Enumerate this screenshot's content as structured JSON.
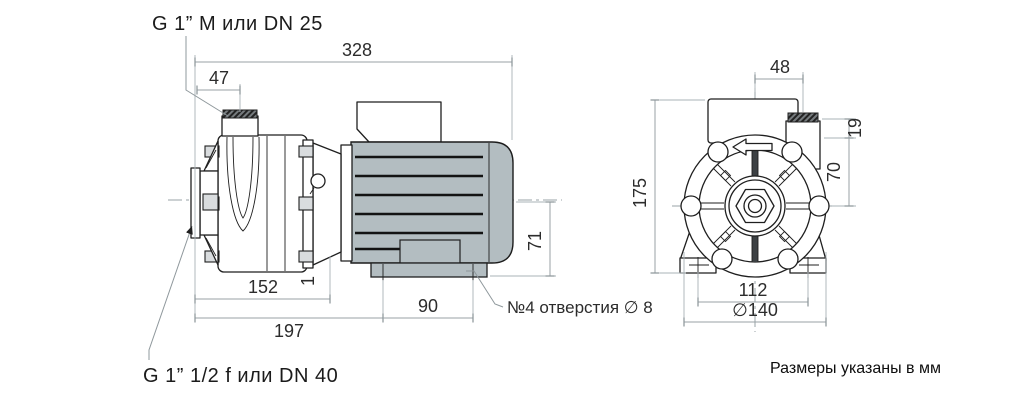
{
  "note": "Размеры указаны в мм",
  "labels": {
    "discharge_port": "G 1” M или DN 25",
    "suction_port": "G 1” 1/2 f или DN 40",
    "holes": "№4 отверстия ∅ 8"
  },
  "side_view": {
    "dims": {
      "overall_length": "328",
      "discharge_offset": "47",
      "axis_to_base": "71",
      "flange_to_body": "152",
      "spacer": "1",
      "foot_holes": "90",
      "total_length": "197"
    }
  },
  "front_view": {
    "dims": {
      "center_to_port": "48",
      "port_cap_height": "19",
      "port_to_axis": "70",
      "overall_height": "175",
      "foot_hole_spacing": "112",
      "overall_width": "∅140"
    }
  },
  "colors": {
    "line": "#1f1f1f",
    "dimension": "#98a1a5",
    "motor": "#b3bdc1",
    "hatch_dark": "#2a2a2a",
    "background": "#ffffff"
  }
}
